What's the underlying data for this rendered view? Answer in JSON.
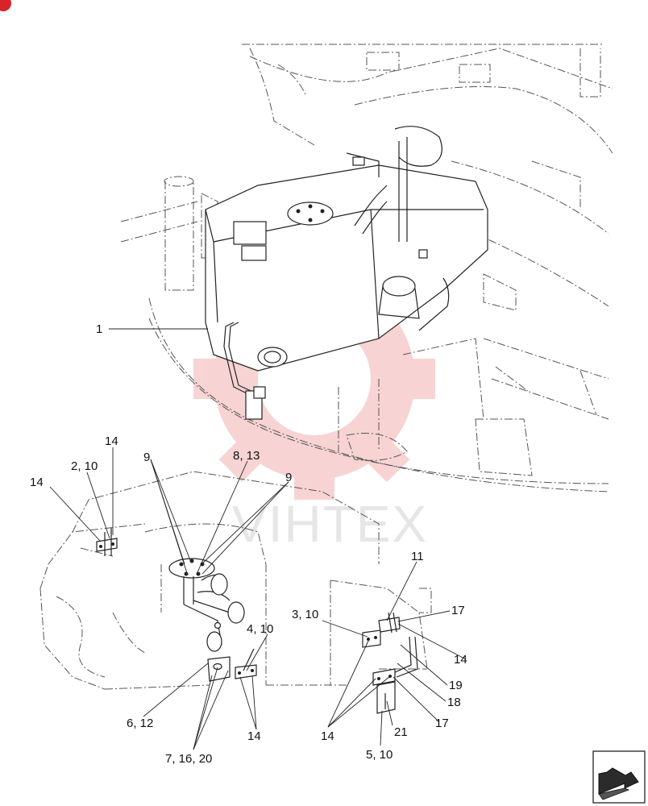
{
  "labels": {
    "l1": "1",
    "l14a": "14",
    "l2_10": "2, 10",
    "l14b": "14",
    "l9a": "9",
    "l8_13": "8, 13",
    "l9b": "9",
    "l11": "11",
    "l3_10": "3, 10",
    "l17a": "17",
    "l4_10": "4, 10",
    "l14c": "14",
    "l19": "19",
    "l18": "18",
    "l6_12": "6, 12",
    "l17b": "17",
    "l14d": "14",
    "l14e": "14",
    "l21": "21",
    "l7_16_20": "7, 16, 20",
    "l5_10": "5, 10"
  },
  "watermark": "VIHTEX",
  "colors": {
    "watermark_gear": "#f6c6c6",
    "brand_dot": "#d8232a",
    "line": "#222222"
  },
  "icons": {
    "direction": "forward-arrow-icon",
    "corner": "brand-dot-icon"
  }
}
